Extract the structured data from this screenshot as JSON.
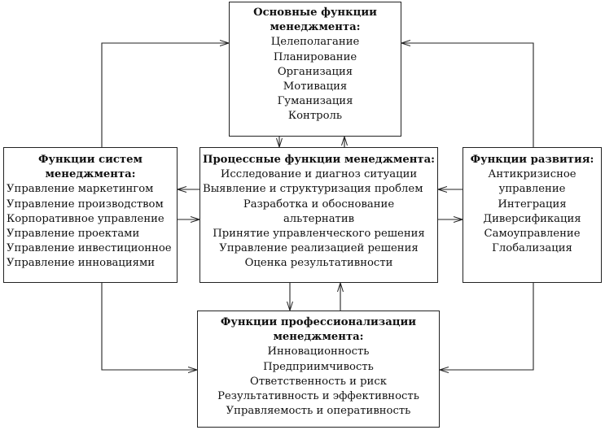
{
  "top_box": {
    "title_1": "Основные функции",
    "title_2": "менеджмента:",
    "items": [
      "Целеполагание",
      "Планирование",
      "Организация",
      "Мотивация",
      "Гуманизация",
      "Контроль"
    ]
  },
  "left_box": {
    "title_1": "Функции систем",
    "title_2": "менеджмента:",
    "items": [
      "Управление маркетингом",
      "Управление производством",
      "Корпоративное управление",
      "Управление проектами",
      "Управление инвестиционное",
      "Управление инновациями"
    ]
  },
  "center_box": {
    "title": "Процессные функции менеджмента:",
    "items": [
      "Исследование и диагноз ситуации",
      "Выявление и структуризация проблем",
      "Разработка и обоснование",
      "альтернатив",
      "Принятие управленческого решения",
      "Управление реализацией решения",
      "Оценка результативности"
    ]
  },
  "right_box": {
    "title": "Функции развития:",
    "items": [
      "Антикризисное",
      "управление",
      "Интеграция",
      "Диверсификация",
      "Самоуправление",
      "Глобализация"
    ]
  },
  "bottom_box": {
    "title_1": "Функции профессионализации",
    "title_2": "менеджмента:",
    "items": [
      "Инновационность",
      "Предприимчивость",
      "Ответственность и риск",
      "Результативность и эффективность",
      "Управляемость и оперативность"
    ]
  }
}
